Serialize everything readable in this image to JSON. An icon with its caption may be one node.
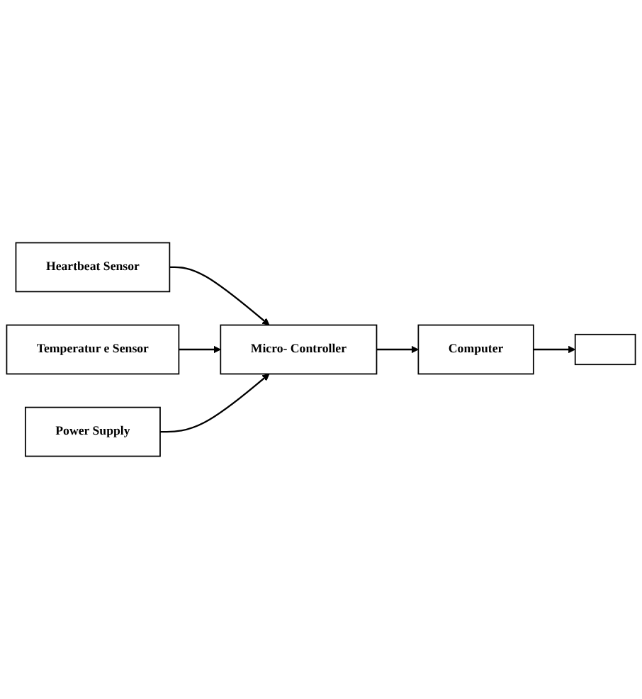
{
  "diagram": {
    "nodes": [
      {
        "text": [
          "Heartbeat Sensor"
        ]
      },
      {
        "text": [
          "Micro- Controller"
        ]
      },
      {
        "text": [
          "Computer"
        ]
      },
      {
        "text": [
          "Temperatur e Sensor"
        ]
      },
      {
        "text": [],
        "shape": "box"
      },
      {
        "text": [
          "Power Supply"
        ]
      }
    ],
    "edges": [
      {
        "from": 0,
        "to": 1,
        "arrow": "to"
      },
      {
        "from": 3,
        "to": 1,
        "arrow": "to"
      },
      {
        "from": 1,
        "to": 2,
        "arrow": "to"
      },
      {
        "from": 2,
        "to": 4,
        "arrow": "to"
      },
      {
        "from": 5,
        "to": 1,
        "arrow": "to"
      }
    ]
  }
}
